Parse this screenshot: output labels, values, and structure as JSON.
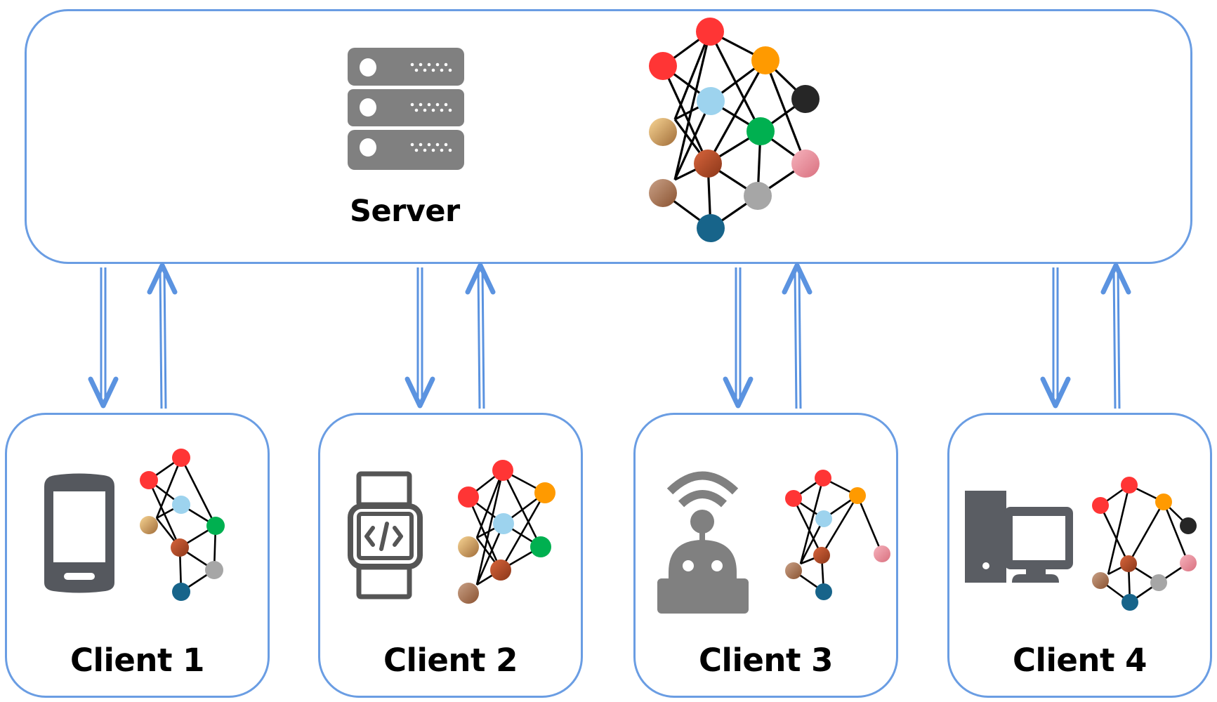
{
  "diagram": {
    "type": "federated-learning-architecture",
    "accent_color": "#5b93e0",
    "icon_color": "#808080",
    "device_icon_color": "#5a5d63",
    "server": {
      "label": "Server",
      "icon": "server-rack-icon",
      "model": {
        "nodes": [
          "red",
          "red",
          "orange",
          "black",
          "lightblue",
          "tan",
          "green",
          "pink",
          "copper",
          "brown",
          "gray",
          "navy"
        ]
      }
    },
    "clients": [
      {
        "label": "Client 1",
        "icon": "smartphone-icon",
        "model": {
          "nodes": [
            "red",
            "red",
            "lightblue",
            "tan",
            "green",
            "copper",
            "gray",
            "navy"
          ]
        }
      },
      {
        "label": "Client 2",
        "icon": "smartwatch-code-icon",
        "model": {
          "nodes": [
            "red",
            "red",
            "orange",
            "lightblue",
            "tan",
            "green",
            "copper",
            "brown"
          ]
        }
      },
      {
        "label": "Client 3",
        "icon": "wireless-robot-icon",
        "model": {
          "nodes": [
            "red",
            "red",
            "orange",
            "lightblue",
            "copper",
            "pink",
            "brown",
            "navy"
          ]
        }
      },
      {
        "label": "Client 4",
        "icon": "desktop-computer-icon",
        "model": {
          "nodes": [
            "red",
            "red",
            "orange",
            "black",
            "copper",
            "pink",
            "brown",
            "gray",
            "navy"
          ]
        }
      }
    ],
    "links": [
      {
        "from": "Server",
        "to": "Client 1",
        "direction": "down"
      },
      {
        "from": "Client 1",
        "to": "Server",
        "direction": "up"
      },
      {
        "from": "Server",
        "to": "Client 2",
        "direction": "down"
      },
      {
        "from": "Client 2",
        "to": "Server",
        "direction": "up"
      },
      {
        "from": "Server",
        "to": "Client 3",
        "direction": "down"
      },
      {
        "from": "Client 3",
        "to": "Server",
        "direction": "up"
      },
      {
        "from": "Server",
        "to": "Client 4",
        "direction": "down"
      },
      {
        "from": "Client 4",
        "to": "Server",
        "direction": "up"
      }
    ],
    "node_colors": {
      "red": "#ff3535",
      "orange": "#ff9a00",
      "black": "#262626",
      "lightblue": "#9dd3ee",
      "green": "#00b050",
      "navy": "#17648a",
      "gray": "#a6a6a6",
      "tan": [
        "#f8d594",
        "#a06c38"
      ],
      "copper": [
        "#d8653c",
        "#8a3619"
      ],
      "brown": [
        "#c9a187",
        "#8a5230"
      ],
      "pink": [
        "#f6b3bd",
        "#d9707f"
      ]
    }
  }
}
